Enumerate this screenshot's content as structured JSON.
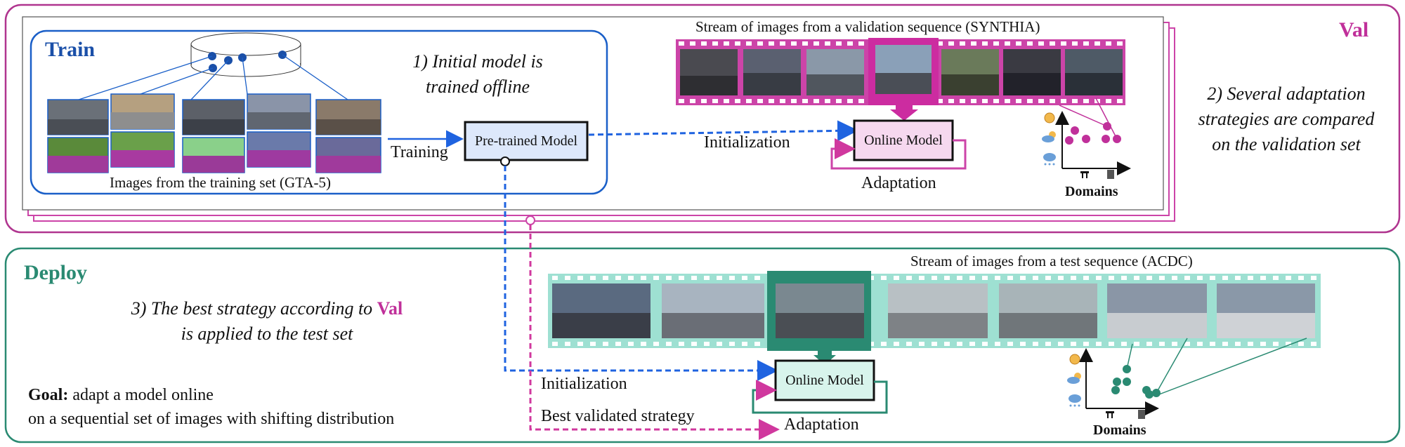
{
  "val": {
    "title": "Val",
    "stream_label": "Stream of images from a validation sequence (SYNTHIA)",
    "note_line1": "2) Several adaptation",
    "note_line2": "strategies are compared",
    "note_line3": "on the validation set",
    "online_model": "Online Model",
    "initialization": "Initialization",
    "adaptation": "Adaptation",
    "domains": "Domains"
  },
  "train": {
    "title": "Train",
    "note_line1": "1) Initial model is",
    "note_line2": "trained offline",
    "images_caption": "Images from the training set (GTA-5)",
    "training": "Training",
    "pretrained_model": "Pre-trained Model"
  },
  "deploy": {
    "title": "Deploy",
    "stream_label": "Stream of images from a test sequence (ACDC)",
    "note_line1_prefix": "3) The best strategy according to ",
    "note_line1_val": "Val",
    "note_line2": "is  applied to the test set",
    "goal_bold": "Goal:",
    "goal_line1_rest": " adapt a model online",
    "goal_line2": "on a sequential set of images with shifting distribution",
    "online_model": "Online Model",
    "initialization": "Initialization",
    "best_strategy": "Best validated strategy",
    "adaptation": "Adaptation",
    "domains": "Domains"
  },
  "colors": {
    "val": "#c0309a",
    "train_blue": "#1a4fa8",
    "deploy_teal": "#2a8a72",
    "film_val": "#cc44a8",
    "film_test": "#7fd6c4"
  },
  "icons": [
    "sun-icon",
    "cloud-sun-icon",
    "snow-cloud-icon",
    "highway-icon",
    "building-icon"
  ]
}
